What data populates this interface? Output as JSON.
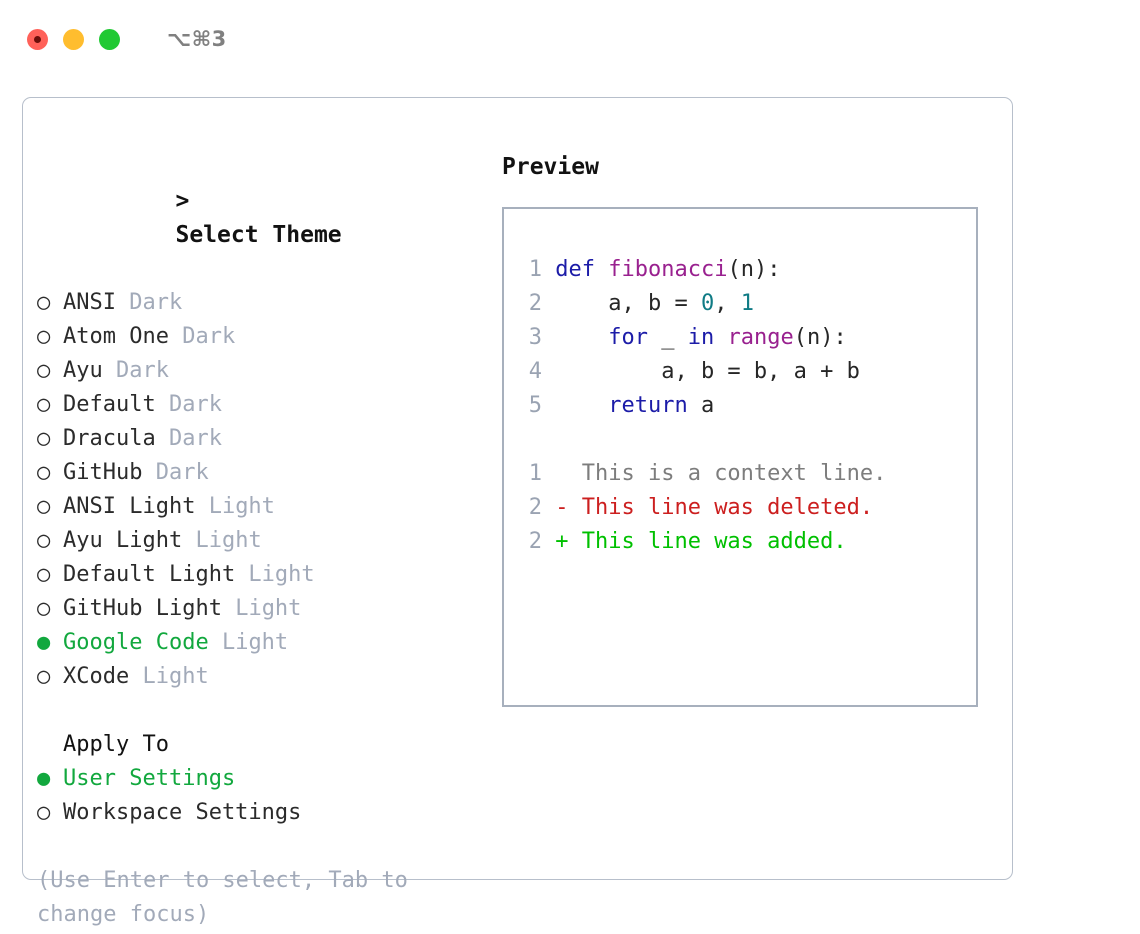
{
  "window": {
    "shortcut_title": "⌥⌘3",
    "traffic_lights": [
      "close-button",
      "minimize-button",
      "maximize-button"
    ]
  },
  "left_panel": {
    "header": {
      "caret": ">",
      "label": "Select Theme"
    },
    "themes": [
      {
        "marker": "○",
        "name": "ANSI",
        "category": "Dark",
        "selected": false
      },
      {
        "marker": "○",
        "name": "Atom One",
        "category": "Dark",
        "selected": false
      },
      {
        "marker": "○",
        "name": "Ayu",
        "category": "Dark",
        "selected": false
      },
      {
        "marker": "○",
        "name": "Default",
        "category": "Dark",
        "selected": false
      },
      {
        "marker": "○",
        "name": "Dracula",
        "category": "Dark",
        "selected": false
      },
      {
        "marker": "○",
        "name": "GitHub",
        "category": "Dark",
        "selected": false
      },
      {
        "marker": "○",
        "name": "ANSI Light",
        "category": "Light",
        "selected": false
      },
      {
        "marker": "○",
        "name": "Ayu Light",
        "category": "Light",
        "selected": false
      },
      {
        "marker": "○",
        "name": "Default Light",
        "category": "Light",
        "selected": false
      },
      {
        "marker": "○",
        "name": "GitHub Light",
        "category": "Light",
        "selected": false
      },
      {
        "marker": "●",
        "name": "Google Code",
        "category": "Light",
        "selected": true
      },
      {
        "marker": "○",
        "name": "XCode",
        "category": "Light",
        "selected": false
      }
    ],
    "apply_to": {
      "label": "Apply To",
      "options": [
        {
          "marker": "●",
          "name": "User Settings",
          "selected": true
        },
        {
          "marker": "○",
          "name": "Workspace Settings",
          "selected": false
        }
      ]
    },
    "hint": "(Use Enter to select, Tab to change focus)"
  },
  "right_panel": {
    "title": "Preview",
    "code_lines": [
      {
        "n": "1",
        "tokens": [
          {
            "t": "def ",
            "c": "kw"
          },
          {
            "t": "fibonacci",
            "c": "fn"
          },
          {
            "t": "(n):",
            "c": "plain"
          }
        ]
      },
      {
        "n": "2",
        "tokens": [
          {
            "t": "    a, b = ",
            "c": "plain"
          },
          {
            "t": "0",
            "c": "num"
          },
          {
            "t": ", ",
            "c": "plain"
          },
          {
            "t": "1",
            "c": "num"
          }
        ]
      },
      {
        "n": "3",
        "tokens": [
          {
            "t": "    ",
            "c": "plain"
          },
          {
            "t": "for",
            "c": "kw"
          },
          {
            "t": " _ ",
            "c": "plain"
          },
          {
            "t": "in",
            "c": "kw"
          },
          {
            "t": " ",
            "c": "plain"
          },
          {
            "t": "range",
            "c": "fn"
          },
          {
            "t": "(n):",
            "c": "plain"
          }
        ]
      },
      {
        "n": "4",
        "tokens": [
          {
            "t": "        a, b = b, a + b",
            "c": "plain"
          }
        ]
      },
      {
        "n": "5",
        "tokens": [
          {
            "t": "    ",
            "c": "plain"
          },
          {
            "t": "return",
            "c": "kw"
          },
          {
            "t": " a",
            "c": "plain"
          }
        ]
      }
    ],
    "diff_lines": [
      {
        "n": "1",
        "marker": " ",
        "text": "  This is a context line.",
        "kind": "ctx"
      },
      {
        "n": "2",
        "marker": "-",
        "text": "- This line was deleted.",
        "kind": "del"
      },
      {
        "n": "2",
        "marker": "+",
        "text": "+ This line was added.",
        "kind": "add"
      }
    ]
  },
  "colors": {
    "accent_green": "#12a83e",
    "muted": "#a2aab9",
    "keyword": "#1c1ca8",
    "function": "#99218f",
    "number": "#0f7b85",
    "diff_deleted": "#cc1f1f",
    "diff_added": "#00c000",
    "border": "#a7b0bd"
  }
}
